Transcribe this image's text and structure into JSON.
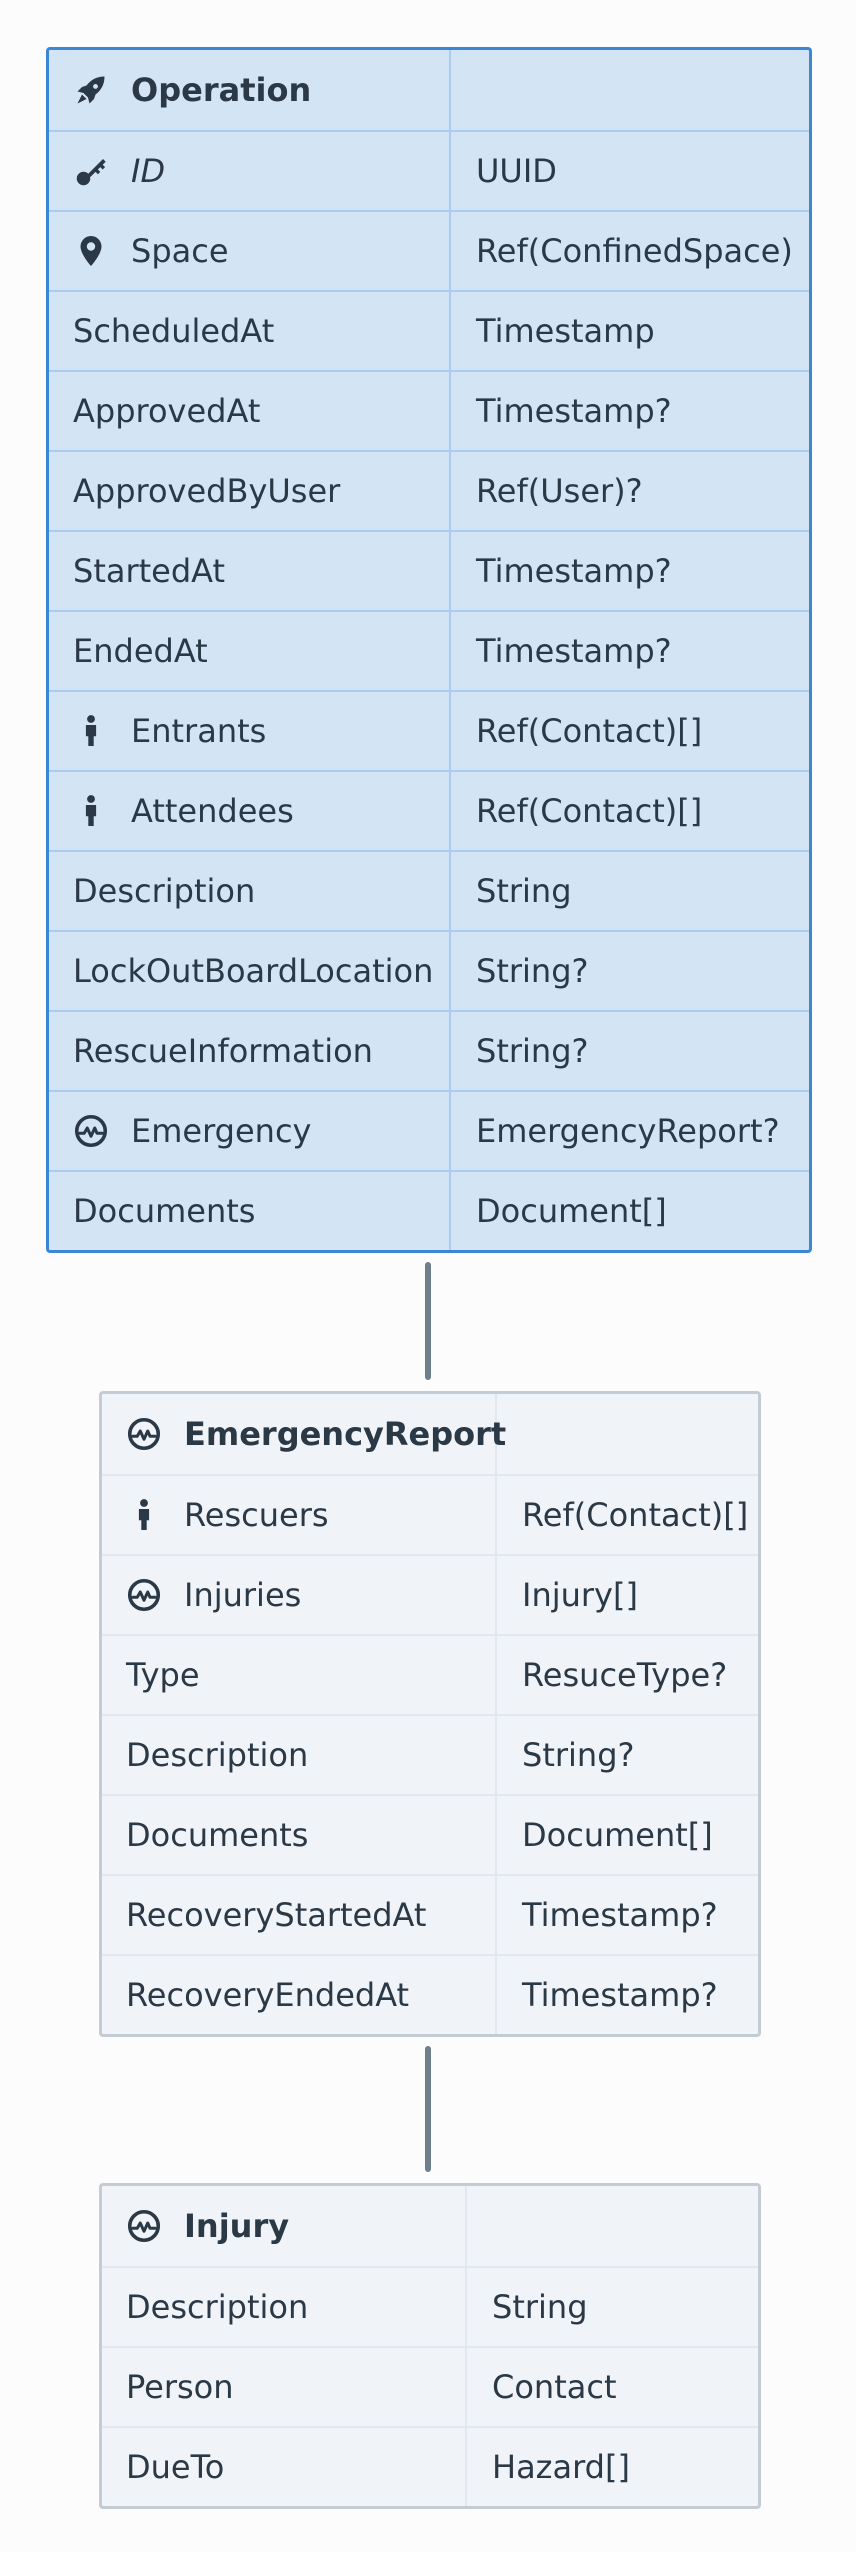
{
  "tables": [
    {
      "title": "Operation",
      "icon": "rocket-icon",
      "header_type": "",
      "fields": [
        {
          "name": "ID",
          "type": "UUID",
          "icon": "key-icon"
        },
        {
          "name": "Space",
          "type": "Ref(ConfinedSpace)",
          "icon": "location-pin-icon"
        },
        {
          "name": "ScheduledAt",
          "type": "Timestamp"
        },
        {
          "name": "ApprovedAt",
          "type": "Timestamp?"
        },
        {
          "name": "ApprovedByUser",
          "type": "Ref(User)?"
        },
        {
          "name": "StartedAt",
          "type": "Timestamp?"
        },
        {
          "name": "EndedAt",
          "type": "Timestamp?"
        },
        {
          "name": "Entrants",
          "type": "Ref(Contact)[]",
          "icon": "person-icon"
        },
        {
          "name": "Attendees",
          "type": "Ref(Contact)[]",
          "icon": "person-icon"
        },
        {
          "name": "Description",
          "type": "String"
        },
        {
          "name": "LockOutBoardLocation",
          "type": "String?"
        },
        {
          "name": "RescueInformation",
          "type": "String?"
        },
        {
          "name": "Emergency",
          "type": "EmergencyReport?",
          "icon": "heartbeat-icon"
        },
        {
          "name": "Documents",
          "type": "Document[]"
        }
      ]
    },
    {
      "title": "EmergencyReport",
      "icon": "heartbeat-icon",
      "header_type": "",
      "fields": [
        {
          "name": "Rescuers",
          "type": "Ref(Contact)[]",
          "icon": "person-icon"
        },
        {
          "name": "Injuries",
          "type": "Injury[]",
          "icon": "heartbeat-icon"
        },
        {
          "name": "Type",
          "type": "ResuceType?"
        },
        {
          "name": "Description",
          "type": "String?"
        },
        {
          "name": "Documents",
          "type": "Document[]"
        },
        {
          "name": "RecoveryStartedAt",
          "type": "Timestamp?"
        },
        {
          "name": "RecoveryEndedAt",
          "type": "Timestamp?"
        }
      ]
    },
    {
      "title": "Injury",
      "icon": "heartbeat-icon",
      "header_type": "",
      "fields": [
        {
          "name": "Description",
          "type": "String"
        },
        {
          "name": "Person",
          "type": "Contact"
        },
        {
          "name": "DueTo",
          "type": "Hazard[]"
        }
      ]
    }
  ],
  "colors": {
    "selected_border": "#3b87d6",
    "selected_fill": "#d3e5f5",
    "table_border": "#c3ccd5",
    "table_fill": "#f0f4f8",
    "text": "#2b3846",
    "connector": "#6f7e8c"
  }
}
